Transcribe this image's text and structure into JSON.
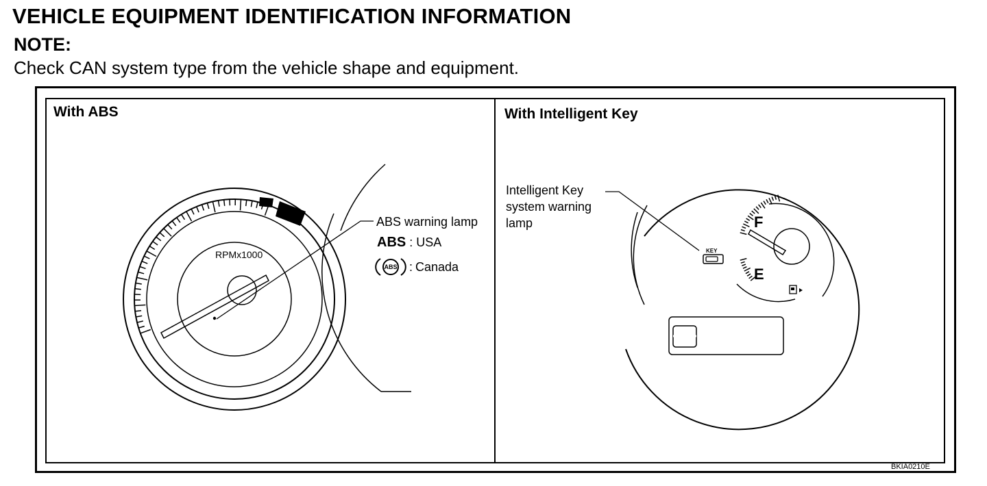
{
  "page": {
    "heading": "VEHICLE EQUIPMENT IDENTIFICATION INFORMATION",
    "note_label": "NOTE:",
    "note_text": "Check CAN system type from the vehicle shape and equipment."
  },
  "panels": [
    {
      "title": "With ABS",
      "gauge_label": "RPMx1000",
      "callout": "ABS warning lamp",
      "variants": [
        {
          "symbol": "ABS",
          "separator": ":",
          "region": "USA"
        },
        {
          "symbol": "ABS",
          "separator": ":",
          "region": "Canada"
        }
      ]
    },
    {
      "title": "With Intelligent Key",
      "callout_lines": [
        "Intelligent Key",
        "system warning",
        "lamp"
      ],
      "key_lamp_label": "KEY",
      "fuel_full": "F",
      "fuel_empty": "E"
    }
  ],
  "reference_code": "BKIA0210E"
}
